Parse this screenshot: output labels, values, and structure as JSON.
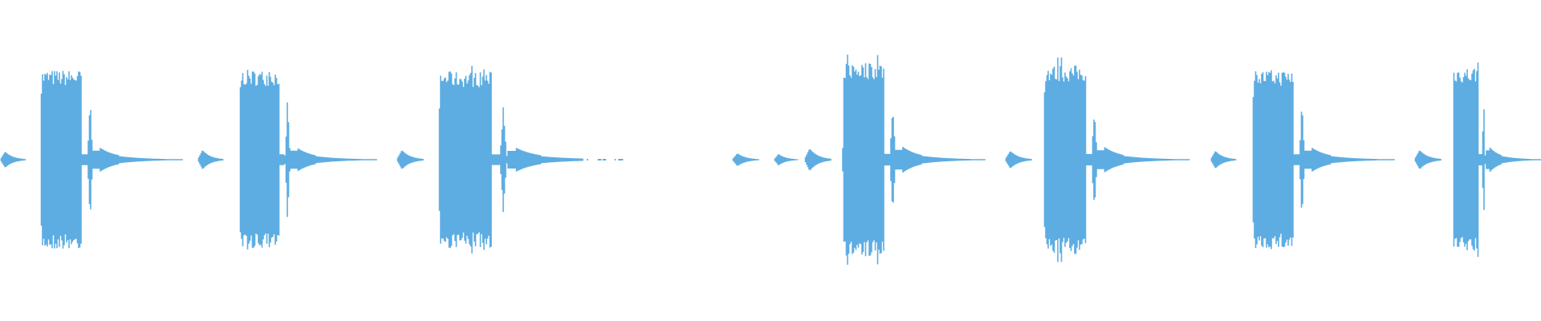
{
  "waveform": {
    "color": "#5dade2",
    "background": "#ffffff",
    "clips": [
      {
        "type": "blip"
      },
      {
        "type": "burst"
      },
      {
        "type": "blip"
      },
      {
        "type": "burst"
      },
      {
        "type": "blip"
      },
      {
        "type": "burst"
      },
      {
        "type": "blip"
      },
      {
        "type": "blip"
      },
      {
        "type": "blip"
      },
      {
        "type": "burst"
      },
      {
        "type": "blip"
      },
      {
        "type": "burst"
      },
      {
        "type": "blip"
      },
      {
        "type": "burst"
      },
      {
        "type": "blip"
      },
      {
        "type": "burst"
      }
    ]
  }
}
